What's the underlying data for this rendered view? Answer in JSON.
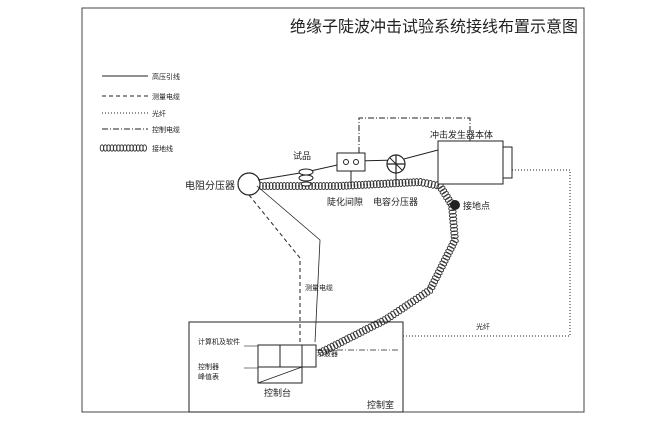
{
  "title": "绝缘子陡波冲击试验系统接线布置示意图",
  "legend": {
    "items": [
      {
        "label": "高压引线",
        "style": "solid"
      },
      {
        "label": "测量电缆",
        "style": "dashed"
      },
      {
        "label": "光纤",
        "style": "dotted"
      },
      {
        "label": "控制电缆",
        "style": "dashdot"
      },
      {
        "label": "接地线",
        "style": "coil"
      }
    ]
  },
  "components": {
    "test_sample": "试品",
    "resistive_divider": "电阻分压器",
    "steepening_gap": "陡化间隙",
    "capacitive_divider": "电容分压器",
    "impulse_generator": "冲击发生器本体",
    "ground_point": "接地点",
    "computer_software": "计算机及软件",
    "controller": "控制器",
    "peak_meter": "峰值表",
    "oscilloscope": "示波器",
    "console": "控制台",
    "control_room": "控制室"
  },
  "cable_labels": {
    "measurement_cable": "测量电缆",
    "fiber": "光纤"
  },
  "colors": {
    "line": "#222222",
    "coil": "#333333",
    "background": "#ffffff"
  }
}
